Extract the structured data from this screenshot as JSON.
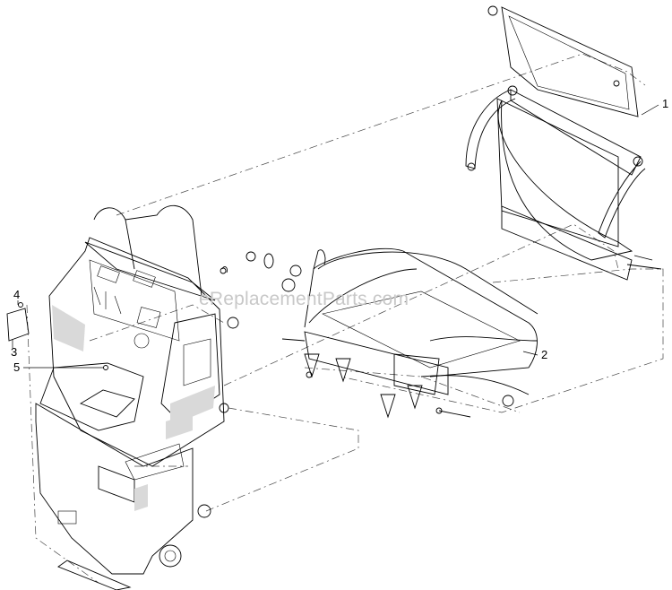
{
  "watermark": "eReplacementParts.com",
  "callouts": [
    {
      "id": "1",
      "label": "1"
    },
    {
      "id": "2",
      "label": "2"
    },
    {
      "id": "3",
      "label": "3"
    },
    {
      "id": "4",
      "label": "4"
    },
    {
      "id": "5",
      "label": "5"
    }
  ],
  "colors": {
    "line": "#000000",
    "shade": "#d9d9d9",
    "watermark": "#c8c8c8"
  }
}
